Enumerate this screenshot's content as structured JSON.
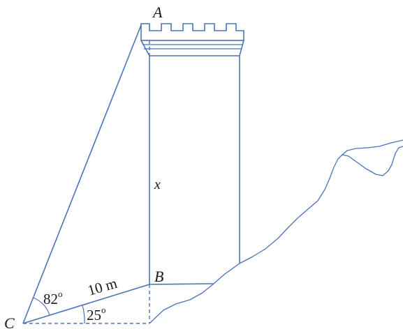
{
  "figure": {
    "points": {
      "A": "A",
      "B": "B",
      "C": "C"
    },
    "tower_height_label": "x",
    "distance_label": "10 m",
    "angle_large": {
      "value": "82",
      "unit": "o"
    },
    "angle_small": {
      "value": "25",
      "unit": "o"
    }
  },
  "colors": {
    "line": "#4a74b8",
    "text": "#1a1a1a",
    "background": "#ffffff"
  }
}
